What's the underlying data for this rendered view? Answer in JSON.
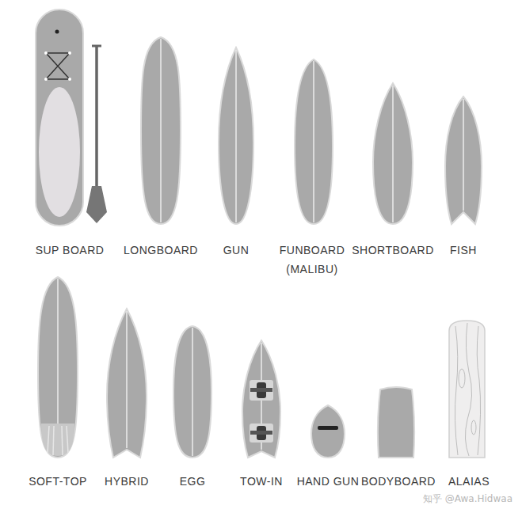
{
  "diagram": {
    "labels": [
      "SUP BOARD",
      "LONGBOARD",
      "GUN",
      "FUNBOARD (MALIBU)",
      "SHORTBOARD",
      "FISH",
      "SOFT-TOP",
      "HYBRID",
      "EGG",
      "TOW-IN",
      "HAND GUN",
      "BODYBOARD",
      "ALAIAS",
      "知乎 @Awa.Hidwaa"
    ]
  }
}
